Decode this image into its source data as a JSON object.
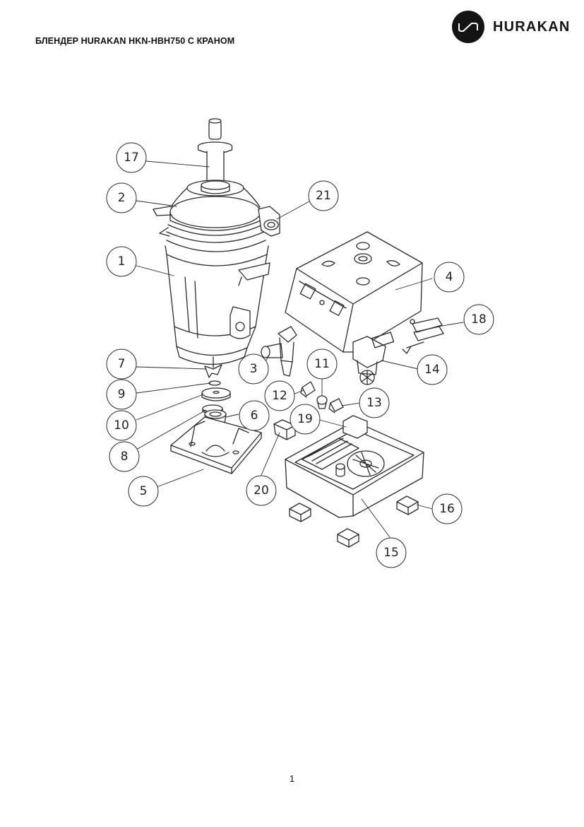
{
  "header": {
    "title": "БЛЕНДЕР HURAKAN HKN-HBH750 С КРАНОМ",
    "brand": "HURAKAN"
  },
  "diagram": {
    "callouts": [
      "1",
      "2",
      "3",
      "4",
      "5",
      "6",
      "7",
      "8",
      "9",
      "10",
      "11",
      "12",
      "13",
      "14",
      "15",
      "16",
      "17",
      "18",
      "19",
      "20",
      "21"
    ]
  },
  "footer": {
    "page_number": "1"
  }
}
